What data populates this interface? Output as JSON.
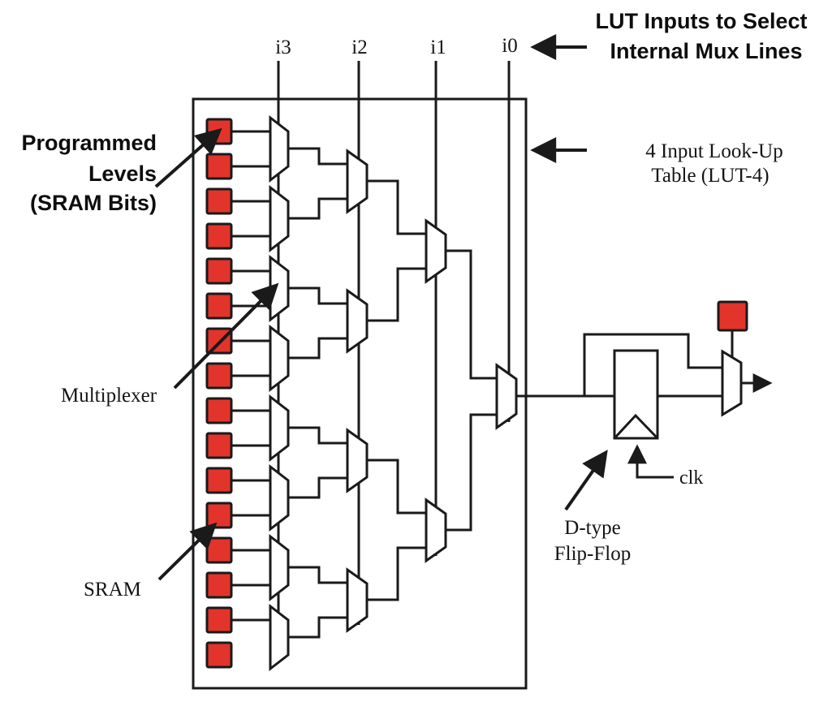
{
  "figure": {
    "colors": {
      "sram_fill": "#e2342b",
      "line": "#1a1a1a",
      "background": "#ffffff"
    },
    "labels": {
      "inputs": [
        "i3",
        "i2",
        "i1",
        "i0"
      ],
      "lut_inputs_note": [
        "LUT Inputs to Select",
        "Internal Mux Lines"
      ],
      "programmed_levels_note": [
        "Programmed",
        "Levels",
        "(SRAM Bits)"
      ],
      "lut4_note": [
        "4 Input Look-Up",
        "Table (LUT-4)"
      ],
      "multiplexer_label": "Multiplexer",
      "sram_label": "SRAM",
      "dff_note": [
        "D-type",
        "Flip-Flop"
      ],
      "clk_label": "clk"
    },
    "counts": {
      "sram_bits": 16,
      "level1_muxes": 8,
      "level2_muxes": 4,
      "level3_muxes": 2,
      "level4_muxes": 1,
      "output_select_sram_bits": 1
    }
  }
}
